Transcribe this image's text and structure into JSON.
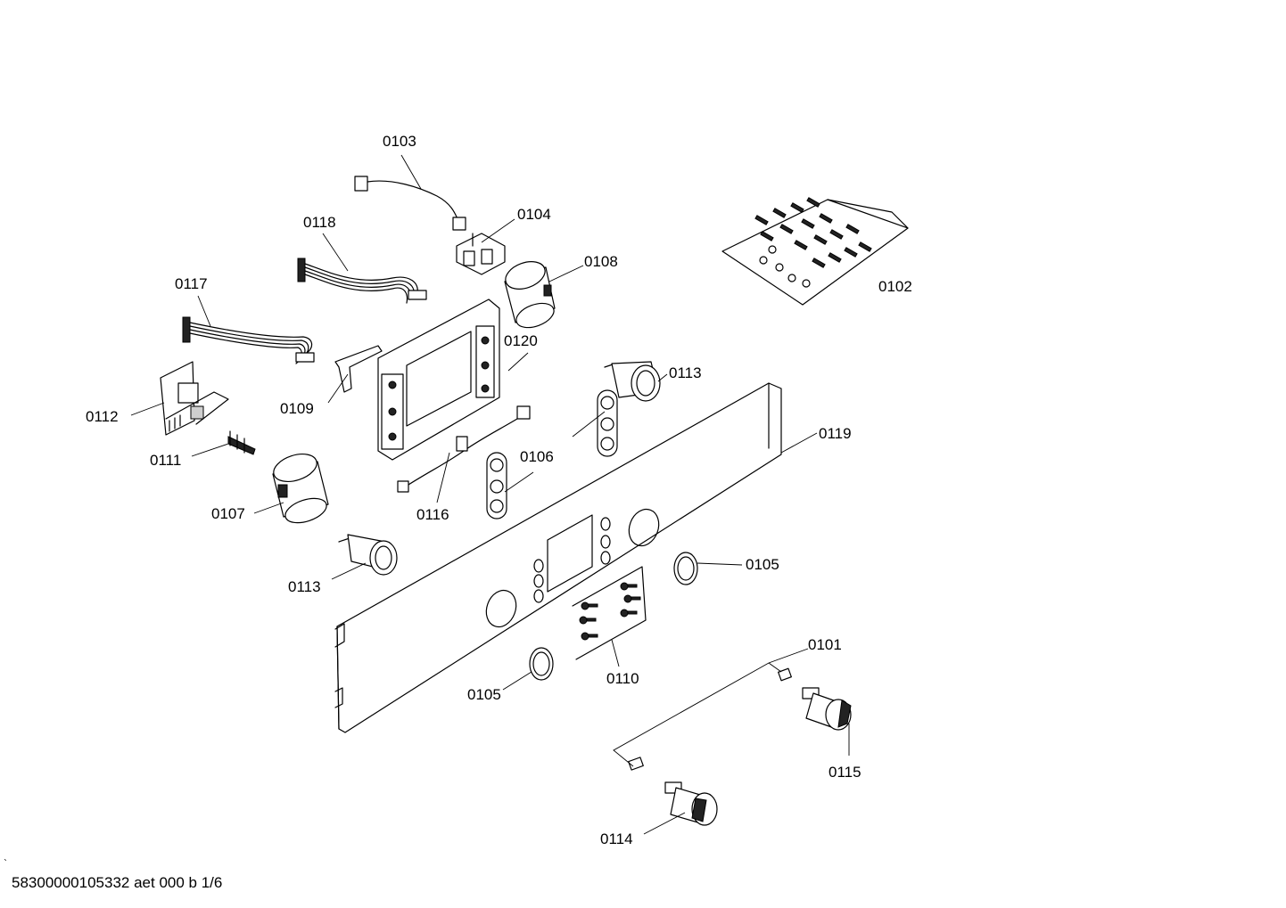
{
  "labels": {
    "p0101": "0101",
    "p0102": "0102",
    "p0103": "0103",
    "p0104": "0104",
    "p0105a": "0105",
    "p0105b": "0105",
    "p0106": "0106",
    "p0107": "0107",
    "p0108": "0108",
    "p0109": "0109",
    "p0110": "0110",
    "p0111": "0111",
    "p0112": "0112",
    "p0113a": "0113",
    "p0113b": "0113",
    "p0114": "0114",
    "p0115": "0115",
    "p0116": "0116",
    "p0117": "0117",
    "p0118": "0118",
    "p0119": "0119",
    "p0120": "0120"
  },
  "footer": {
    "tick": "`",
    "doc_id": "58300000105332 aet 000 b 1/6"
  }
}
